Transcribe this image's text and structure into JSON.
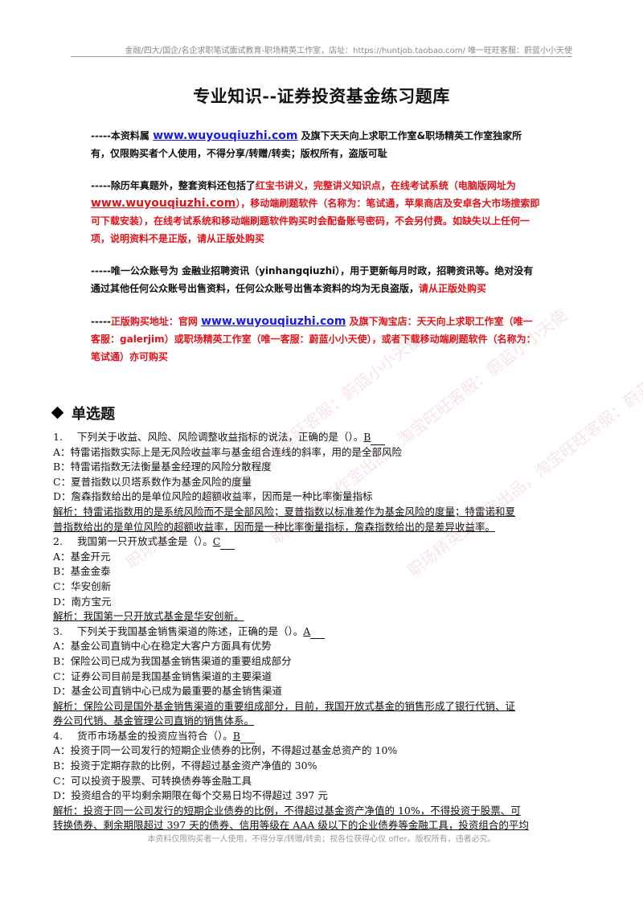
{
  "header": {
    "note": "金融/四大/国企/名企求职笔试面试教育-职场精英工作室，店址：https://huntjob.taobao.com/  唯一旺旺客服：蔚蓝小小天使"
  },
  "title": "专业知识--证券投资基金练习题库",
  "notices": {
    "n1": {
      "prefix": "-----本资料属 ",
      "link": "www.wuyouqiuzhi.com",
      "rest": " 及旗下天天向上求职工作室&职场精英工作室独家所有，仅限购买者个人使用，不得分享/转赠/转卖；版权所有，盗版可耻"
    },
    "n2": {
      "prefix": "-----除历年真题外，整套资料还包括了",
      "red1": "红宝书讲义，完整讲义知识点，在线考试系统（电脑版网址为",
      "link": "www.wuyouqiuzhi.com",
      "red2": "），移动端刷题软件（名称为：笔试通，苹果商店及安卓各大市场搜索即可下载安装），在线考试系统和移动端刷题软件购买时会配备账号密码，不会另付费。如缺失以上任何一项，说明资料不是正版，请从正版处购买"
    },
    "n3": {
      "text": "-----唯一公众账号为 金融业招聘资讯（yinhangqiuzhi），用于更新每月时政，招聘资讯等。绝对没有通过其他任何公众账号出售资料，任何公众账号出售本资料的均为无良盗版，",
      "red": "请从正版处购买"
    },
    "n4": {
      "prefix": "-----",
      "red1": "正版购买地址：官网 ",
      "link": "www.wuyouqiuzhi.com",
      "mid": " 及旗下淘宝店：天天向上求职工作室（唯一客服：galerjim）或职场精英工作室（唯一客服：蔚蓝小小天使），或者下载",
      "red2": "移动端刷题软件（名称为：笔试通）亦可购买"
    }
  },
  "section": {
    "heading": "单选题"
  },
  "questions": [
    {
      "number": "1.",
      "stem": "下列关于收益、风险、风险调整收益指标的说法，正确的是（）。",
      "answer": "B",
      "options": [
        "A：特雷诺指数实际上是无风险收益率与基金组合连线的斜率，用的是全部风险",
        "B：特雷诺指数无法衡量基金经理的风险分散程度",
        "C：夏普指数以贝塔系数作为基金风险的度量",
        "D：詹森指数给出的是单位风险的超额收益率，因而是一种比率衡量指标"
      ],
      "explanation": [
        "解析：特雷诺指数用的是系统风险而不是全部风险；夏普指数以标准差作为基金风险的度量；特雷诺和夏",
        "普指数给出的是单位风险的超额收益率，因而是一种比率衡量指标，詹森指数给出的是差异收益率。"
      ]
    },
    {
      "number": "2.",
      "stem": "我国第一只开放式基金是（）。",
      "answer": "C",
      "options": [
        "A：基金开元",
        "B：基金金泰",
        "C：华安创新",
        "D：南方宝元"
      ],
      "explanation": [
        "解析：我国第一只开放式基金是华安创新。"
      ]
    },
    {
      "number": "3.",
      "stem": "下列关于我国基金销售渠道的陈述，正确的是（）。",
      "answer": "A",
      "options": [
        "A：基金公司直销中心在稳定大客户方面具有优势",
        "B：保险公司已成为我国基金销售渠道的重要组成部分",
        "C：证券公司目前是我国基金销售渠道的主要渠道",
        "D：基金公司直销中心已成为最重要的基金销售渠道"
      ],
      "explanation": [
        "解析：保险公司是国外基金销售渠道的重要组成部分，目前，我国开放式基金的销售形成了银行代销、证",
        "券公司代销、基金管理公司直销的销售体系。"
      ]
    },
    {
      "number": "4.",
      "stem": "货币市场基金的投资应当符合（）。",
      "answer": "B",
      "options": [
        "A：投资于同一公司发行的短期企业债券的比例，不得超过基金总资产的 10%",
        "B：投资于定期存款的比例，不得超过基金资产净值的 30%",
        "C：可以投资于股票、可转换债券等金融工具",
        "D：投资组合的平均剩余期限在每个交易日均不得超过 397 元"
      ],
      "explanation": [
        "解析：投资于同一公司发行的短期企业债券的比例，不得超过基金资产净值的 10%，不得投资于股票、可",
        "转换债券、剩余期限超过 397 天的债券、信用等级在 AAA 级以下的企业债券等金融工具，投资组合的平均"
      ]
    }
  ],
  "footer": {
    "note": "本资料仅限购买者一人使用，不得分享/转赠/转卖；视各位获得心仪 offer。版权所有，违者必究。"
  },
  "watermarks": [
    "职场精英工作室出品，淘宝旺旺客服：蔚蓝小小天使",
    "职场精英工作室出品，淘宝旺旺客服：蔚蓝小小天使",
    "职场精英工作室出品，淘宝旺旺客服：蔚蓝小小天使"
  ],
  "colors": {
    "notice_red": "#e0141b",
    "link_blue": "#1a1aee",
    "watermark": "#cd5f5f"
  }
}
